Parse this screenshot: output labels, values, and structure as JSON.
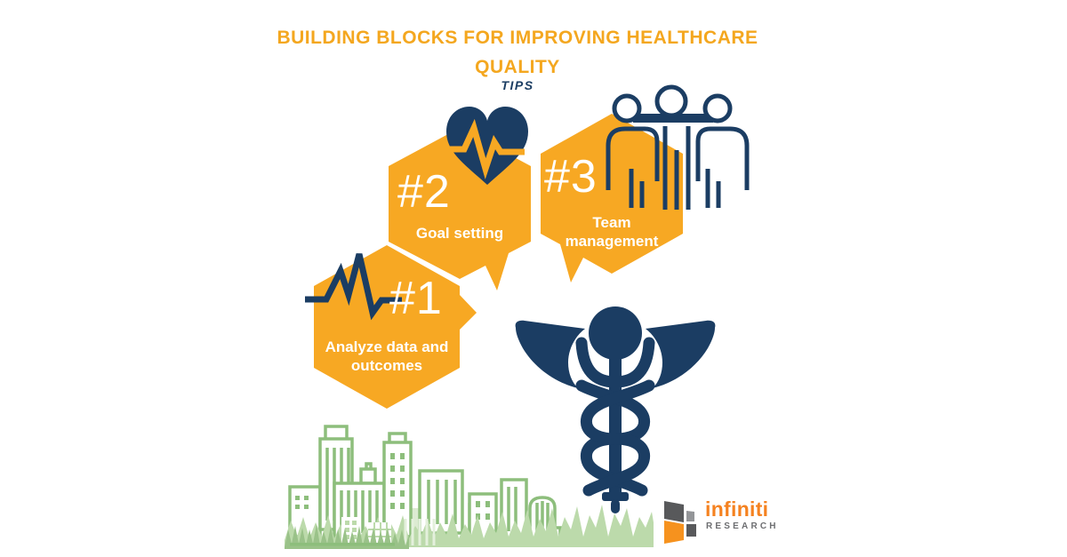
{
  "infographic": {
    "title": "BUILDING BLOCKS FOR IMPROVING HEALTHCARE QUALITY",
    "subtitle": "TIPS",
    "tips": [
      {
        "number": "#1",
        "label": "Analyze data and outcomes",
        "icon": "ecg-line-icon"
      },
      {
        "number": "#2",
        "label": "Goal setting",
        "icon": "heart-pulse-icon"
      },
      {
        "number": "#3",
        "label": "Team management",
        "icon": "team-icon"
      }
    ],
    "footer_graphics": [
      "caduceus-icon",
      "city-skyline",
      "grass"
    ],
    "brand": {
      "name": "infiniti",
      "tagline": "RESEARCH"
    },
    "colors": {
      "accent_orange": "#F7A823",
      "navy": "#1B3D63",
      "building_green": "#8DBE7C",
      "grass_green": "#BCDAAB",
      "logo_orange": "#F6921E",
      "logo_dark_gray": "#58595B",
      "logo_light_gray": "#939598"
    }
  }
}
